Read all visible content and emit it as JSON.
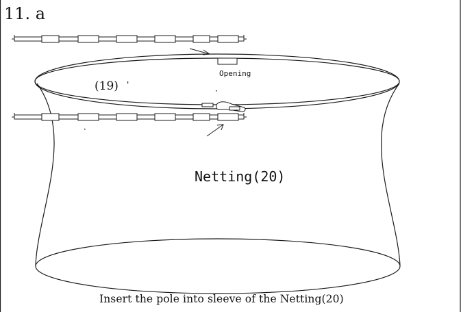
{
  "figure": {
    "step_title": "11. a",
    "opening_label": "Opening",
    "pole_number_label": "(19)",
    "netting_label": "Netting(20)",
    "caption": "Insert the pole into sleeve of the Netting(20)"
  },
  "colors": {
    "line": "#1a1a1a",
    "background": "#ffffff"
  }
}
